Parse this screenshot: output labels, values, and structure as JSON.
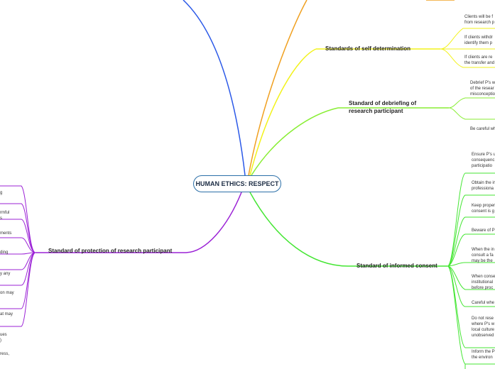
{
  "central": "HUMAN ETHICS: RESPECT",
  "branches": {
    "self_determination": {
      "label": "Standards of self determination",
      "color": "#f2f21a",
      "leaves": [
        "Clients will be f",
        "from research p",
        "If clients withdr",
        "identify them p",
        "If clients are re",
        "the transfer and"
      ]
    },
    "debriefing": {
      "label": "Standard of debriefing of research participant",
      "color": "#88ee33",
      "leaves": [
        "Debrief P's w",
        "of the resear",
        "misconceptio",
        "Be careful wh"
      ]
    },
    "informed_consent": {
      "label": "Standard of informed consent",
      "color": "#44e633",
      "leaves": [
        "Ensure P's u",
        "consequenc",
        "participatio",
        "Obtain the in",
        "professiona",
        "Keep proper",
        "consent is g",
        "Beware of P",
        "When the in",
        "consult a fa",
        "may be the",
        "When conse",
        "institutional",
        "before proc",
        "Careful whe",
        "Do not rese",
        "where P's w",
        "local culture",
        "unobserved",
        "Inform the P",
        "the environ"
      ]
    },
    "protection": {
      "label": "Standard of protection of research participant",
      "color": "#9b22d6",
      "leaves": [
        "g",
        "rmful",
        "s",
        "ments",
        "ding",
        "y any",
        "on may",
        "at may",
        "ues",
        ")",
        "ress,"
      ]
    }
  },
  "colors": {
    "blue_branch": "#2b59e8",
    "orange_branch": "#f0a020",
    "central_border": "#2b6fa8"
  }
}
